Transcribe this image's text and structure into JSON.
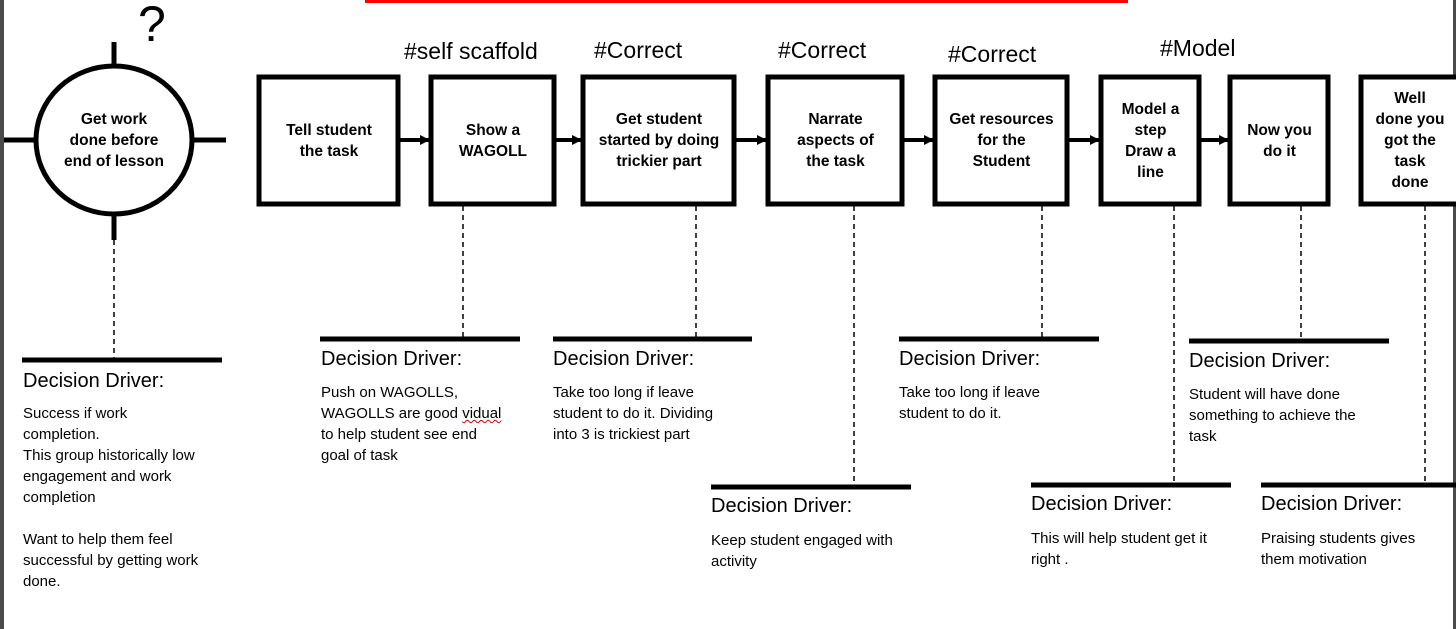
{
  "start": {
    "question_mark": "?",
    "label": "Get work\ndone before\nend of lesson"
  },
  "boxes": [
    {
      "label": "Tell student\nthe task",
      "tag": ""
    },
    {
      "label": "Show a\nWAGOLL",
      "tag": "#self scaffold"
    },
    {
      "label": "Get student\nstarted by doing\ntrickier part",
      "tag": "#Correct"
    },
    {
      "label": "Narrate\naspects of\nthe task",
      "tag": "#Correct"
    },
    {
      "label": "Get resources\nfor the\nStudent",
      "tag": "#Correct"
    },
    {
      "label": "Model a\nstep\nDraw a\nline",
      "tag": "#Model"
    },
    {
      "label": "Now you\ndo it",
      "tag": ""
    },
    {
      "label": "Well\ndone you\ngot the\ntask\ndone",
      "tag": ""
    }
  ],
  "drivers": [
    {
      "title": "Decision Driver:",
      "body": "Success if work\ncompletion.\nThis group historically low\nengagement and work\ncompletion\n\nWant to help them feel\nsuccessful by  getting work\ndone."
    },
    {
      "title": "Decision Driver:",
      "body_pre": "Push on WAGOLLS,\nWAGOLLS are good ",
      "body_wavy": "vidual",
      "body_post": "\nto help student see end\ngoal of task"
    },
    {
      "title": "Decision Driver:",
      "body": "Take too long if leave\nstudent to do it.  Dividing\ninto 3 is trickiest part"
    },
    {
      "title": "Decision Driver:",
      "body": "Keep student engaged with\nactivity"
    },
    {
      "title": "Decision Driver:",
      "body": "Take too long if leave\nstudent to do it."
    },
    {
      "title": "Decision Driver:",
      "body": "This will help student get it\nright ."
    },
    {
      "title": "Decision Driver:",
      "body": "Student will have done\nsomething to achieve the\ntask"
    },
    {
      "title": "Decision Driver:",
      "body": "Praising students gives\nthem motivation"
    }
  ]
}
